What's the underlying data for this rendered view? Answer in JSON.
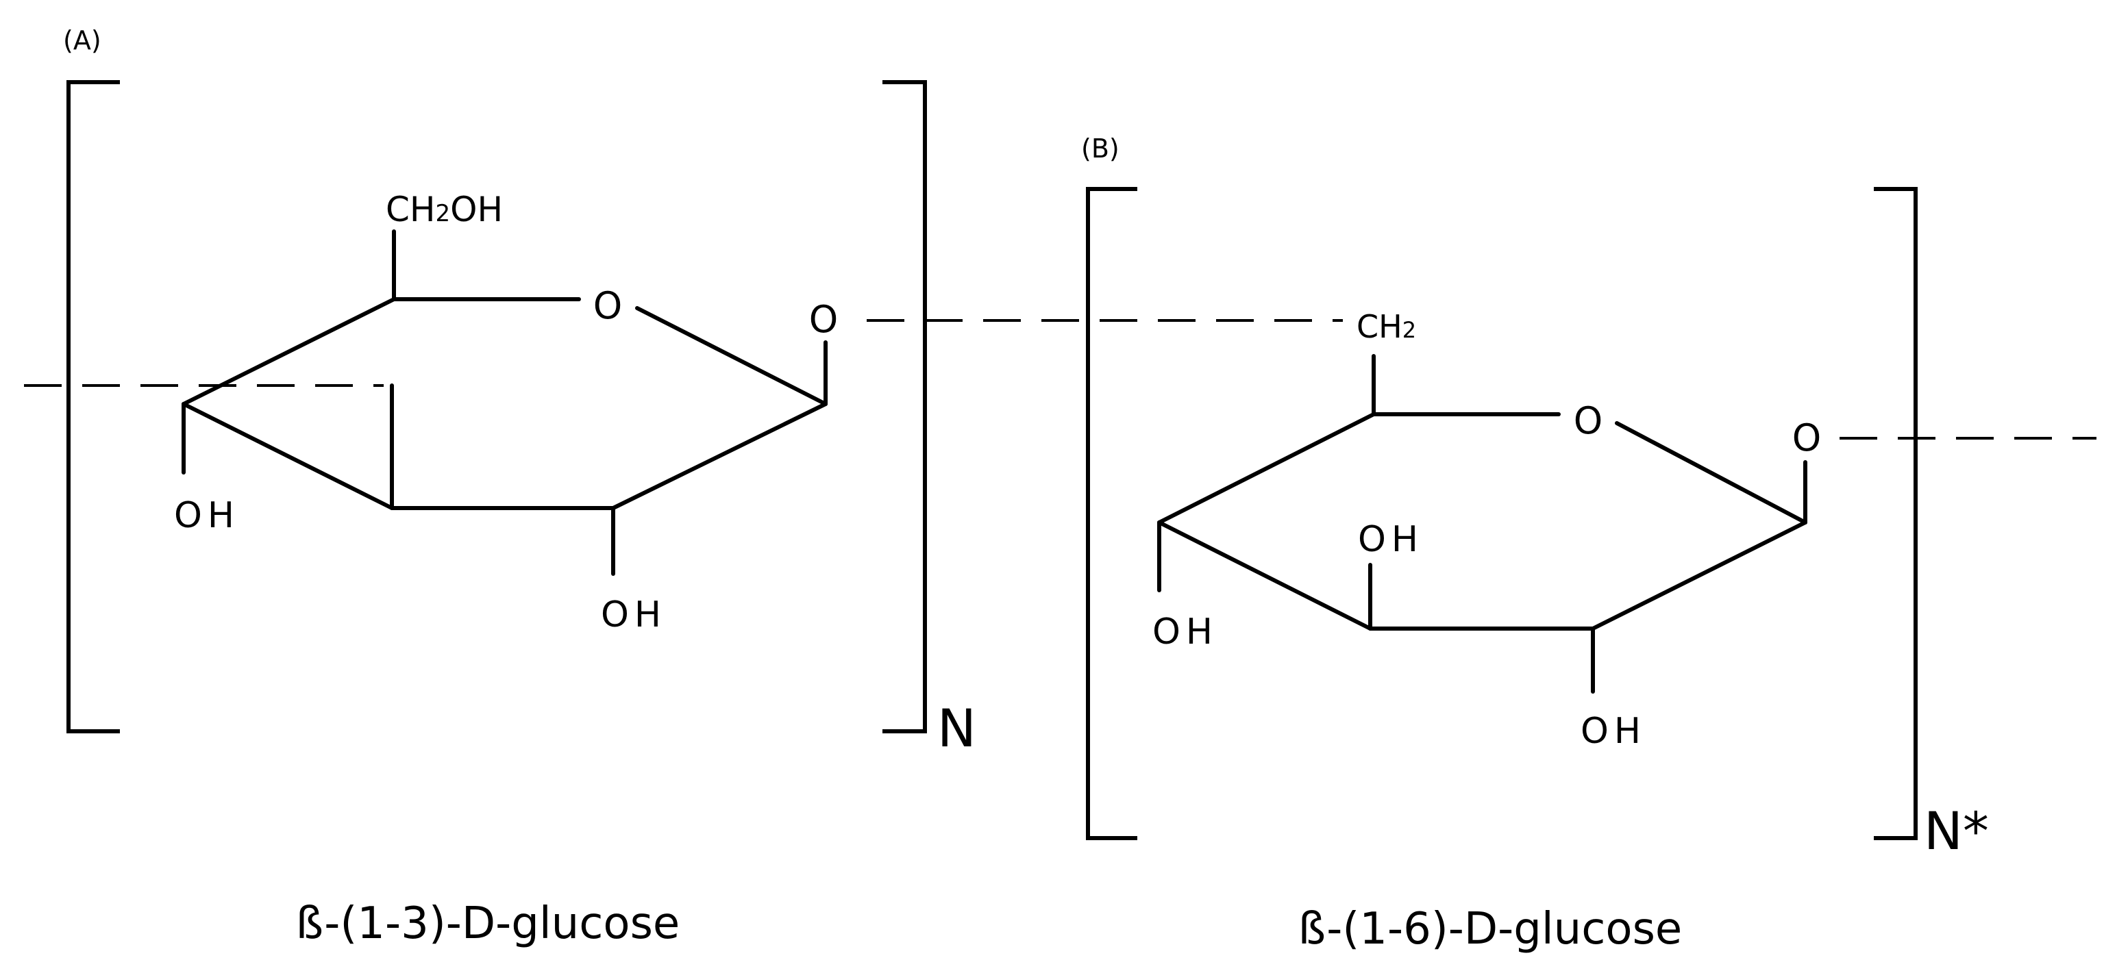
{
  "panels": [
    {
      "id": "A",
      "tag": "(A)",
      "substituent_top": "CH2OH",
      "substituent_top_main": "CH",
      "substituent_top_sub": "2",
      "substituent_top_tail": "OH",
      "ring_oxygen": "O",
      "glycosidic_oxygen": "O",
      "hydroxyl_left": "OH",
      "hydroxyl_bottom": "OH",
      "repeat": "N",
      "caption": "ß-(1-3)-D-glucose"
    },
    {
      "id": "B",
      "tag": "(B)",
      "substituent_top": "CH2",
      "substituent_top_main": "CH",
      "substituent_top_sub": "2",
      "ring_oxygen": "O",
      "glycosidic_oxygen": "O",
      "hydroxyl_left": "OH",
      "hydroxyl_middle": "OH",
      "hydroxyl_bottom": "OH",
      "repeat": "N*",
      "caption": "ß-(1-6)-D-glucose"
    }
  ],
  "colors": {
    "ink": "#000000",
    "background": "#ffffff"
  }
}
